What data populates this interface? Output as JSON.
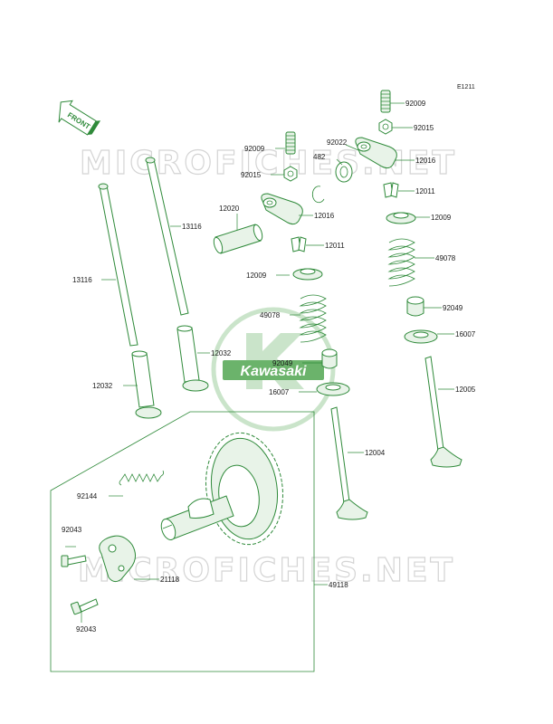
{
  "diagram_code": "E1211",
  "front_label": "FRONT",
  "watermark": "MICROFICHES.NET",
  "logo_text": "Kawasaki",
  "colors": {
    "line": "#2f8a3a",
    "watermark": "#d4d4d4",
    "logo": "#3a9a3a"
  },
  "labels": {
    "p92009_a": "92009",
    "p92015_a": "92015",
    "p12016_a": "12016",
    "p12011_a": "12011",
    "p12009_a": "12009",
    "p49078_a": "49078",
    "p92049_a": "92049",
    "p16007_a": "16007",
    "p12005": "12005",
    "p92022": "92022",
    "p482": "482",
    "p92009_b": "92009",
    "p92015_b": "92015",
    "p12016_b": "12016",
    "p12020": "12020",
    "p13116_a": "13116",
    "p12011_b": "12011",
    "p12009_b": "12009",
    "p13116_b": "13116",
    "p49078_b": "49078",
    "p12032_a": "12032",
    "p92049_b": "92049",
    "p16007_b": "16007",
    "p12032_b": "12032",
    "p12004": "12004",
    "p92144": "92144",
    "p92043_a": "92043",
    "p21118": "21118",
    "p49118": "49118",
    "p92043_b": "92043"
  }
}
